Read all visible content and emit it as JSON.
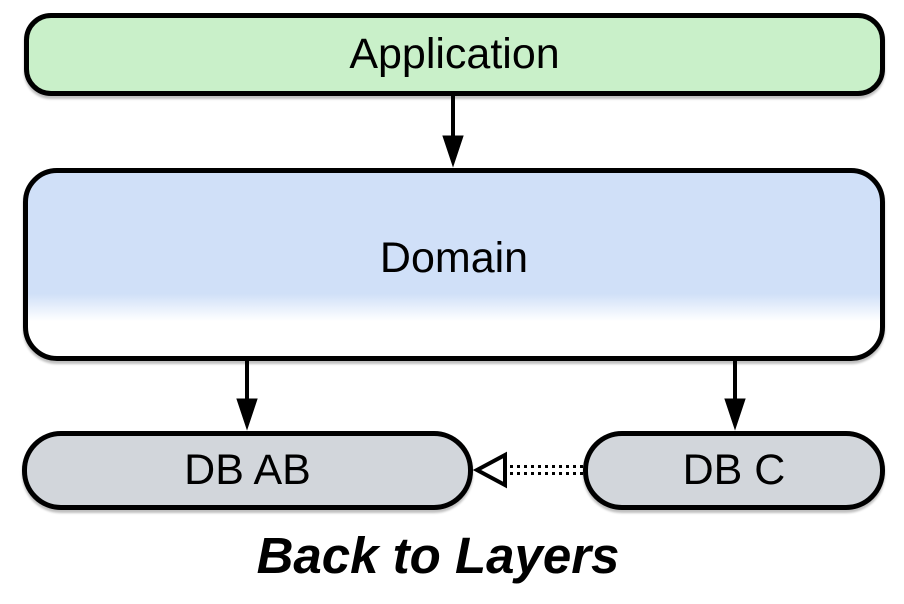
{
  "diagram": {
    "caption": "Back to Layers",
    "nodes": {
      "application": {
        "label": "Application",
        "shape": "rounded-rect",
        "fill": "#c9f0c9"
      },
      "domain": {
        "label": "Domain",
        "shape": "rounded-rect",
        "fill": "#d0e0f8",
        "fill_fade_to": "#ffffff"
      },
      "db_ab": {
        "label": "DB AB",
        "shape": "stadium",
        "fill": "#d2d6db"
      },
      "db_c": {
        "label": "DB C",
        "shape": "stadium",
        "fill": "#d2d6db"
      }
    },
    "edges": [
      {
        "from": "Application",
        "to": "Domain",
        "line": "solid",
        "arrowhead": "filled-triangle"
      },
      {
        "from": "Domain",
        "to": "DB AB",
        "line": "solid",
        "arrowhead": "filled-triangle"
      },
      {
        "from": "Domain",
        "to": "DB C",
        "line": "solid",
        "arrowhead": "filled-triangle"
      },
      {
        "from": "DB C",
        "to": "DB AB",
        "line": "double-dotted",
        "arrowhead": "open-triangle"
      }
    ],
    "colors": {
      "application_fill": "#c9f0c9",
      "domain_fill": "#d0e0f8",
      "db_fill": "#d2d6db",
      "border_color": "#000000"
    }
  }
}
